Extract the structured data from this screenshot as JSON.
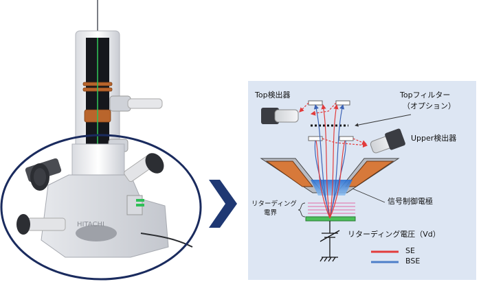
{
  "left": {
    "brand_text": "HITACHI"
  },
  "right": {
    "top_detector": "Top検出器",
    "top_filter": "Topフィルター",
    "top_filter_option": "（オプション）",
    "upper_detector": "Upper検出器",
    "signal_control_electrode": "信号制御電極",
    "retarding_field_line1": "リターディング",
    "retarding_field_line2": "電界",
    "retarding_voltage": "リターディング電圧（Vd）",
    "legend": [
      {
        "label": "SE",
        "color": "#e23b3b"
      },
      {
        "label": "BSE",
        "color": "#4d7fc8"
      }
    ]
  },
  "colors": {
    "panel_bg": "#dde6f3",
    "navy": "#1a2b5e",
    "arrow": "#1f3873",
    "copper": "#c8743a",
    "green_beam": "#2fbf57"
  }
}
